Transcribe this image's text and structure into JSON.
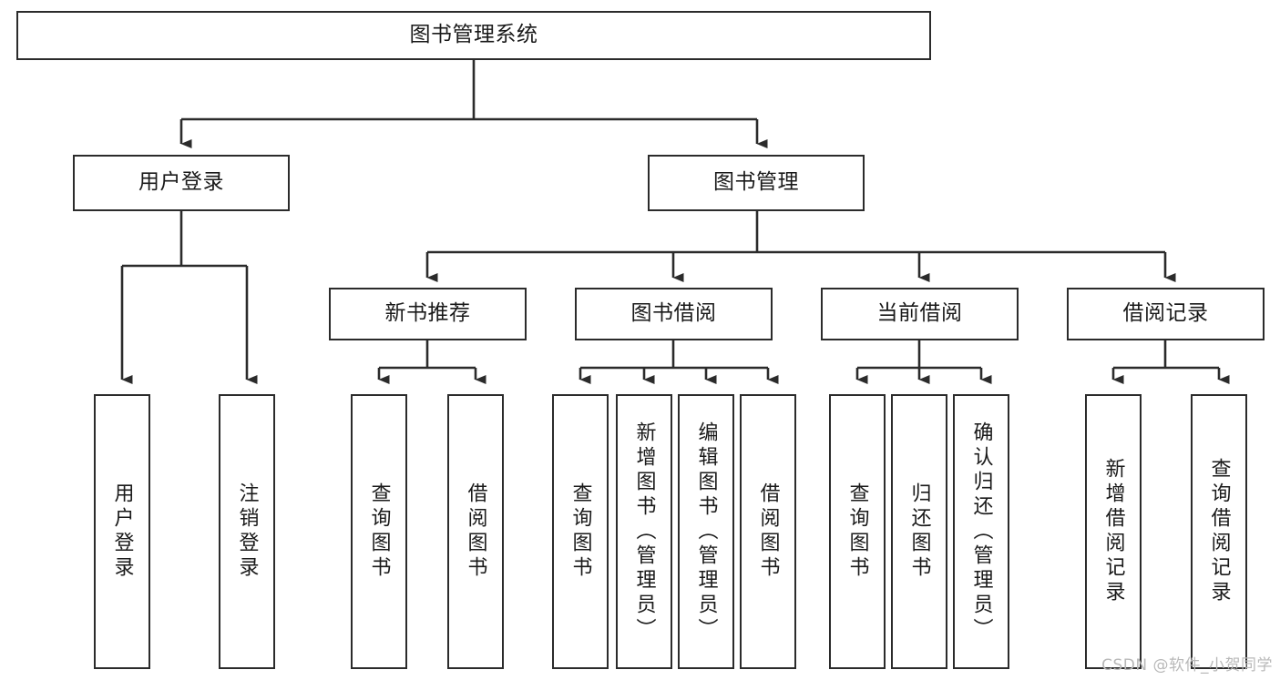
{
  "diagram": {
    "title": "图书管理系统",
    "type": "tree",
    "stroke_color": "#2b2b2b",
    "fill_color": "#ffffff",
    "text_color": "#1a1a1a",
    "root": {
      "label": "图书管理系统"
    },
    "level2": [
      {
        "label": "用户登录"
      },
      {
        "label": "图书管理"
      }
    ],
    "level3": [
      {
        "label": "新书推荐"
      },
      {
        "label": "图书借阅"
      },
      {
        "label": "当前借阅"
      },
      {
        "label": "借阅记录"
      }
    ],
    "leaves": {
      "user_login": [
        {
          "label": "用户登录"
        },
        {
          "label": "注销登录"
        }
      ],
      "new_book_recommend": [
        {
          "label": "查询图书"
        },
        {
          "label": "借阅图书"
        }
      ],
      "book_borrow": [
        {
          "label": "查询图书"
        },
        {
          "label": "新增图书（管理员）"
        },
        {
          "label": "编辑图书（管理员）"
        },
        {
          "label": "借阅图书"
        }
      ],
      "current_borrow": [
        {
          "label": "查询图书"
        },
        {
          "label": "归还图书"
        },
        {
          "label": "确认归还（管理员）"
        }
      ],
      "borrow_record": [
        {
          "label": "新增借阅记录"
        },
        {
          "label": "查询借阅记录"
        }
      ]
    }
  },
  "watermark": {
    "text": "CSDN @软件_小贺同学"
  }
}
